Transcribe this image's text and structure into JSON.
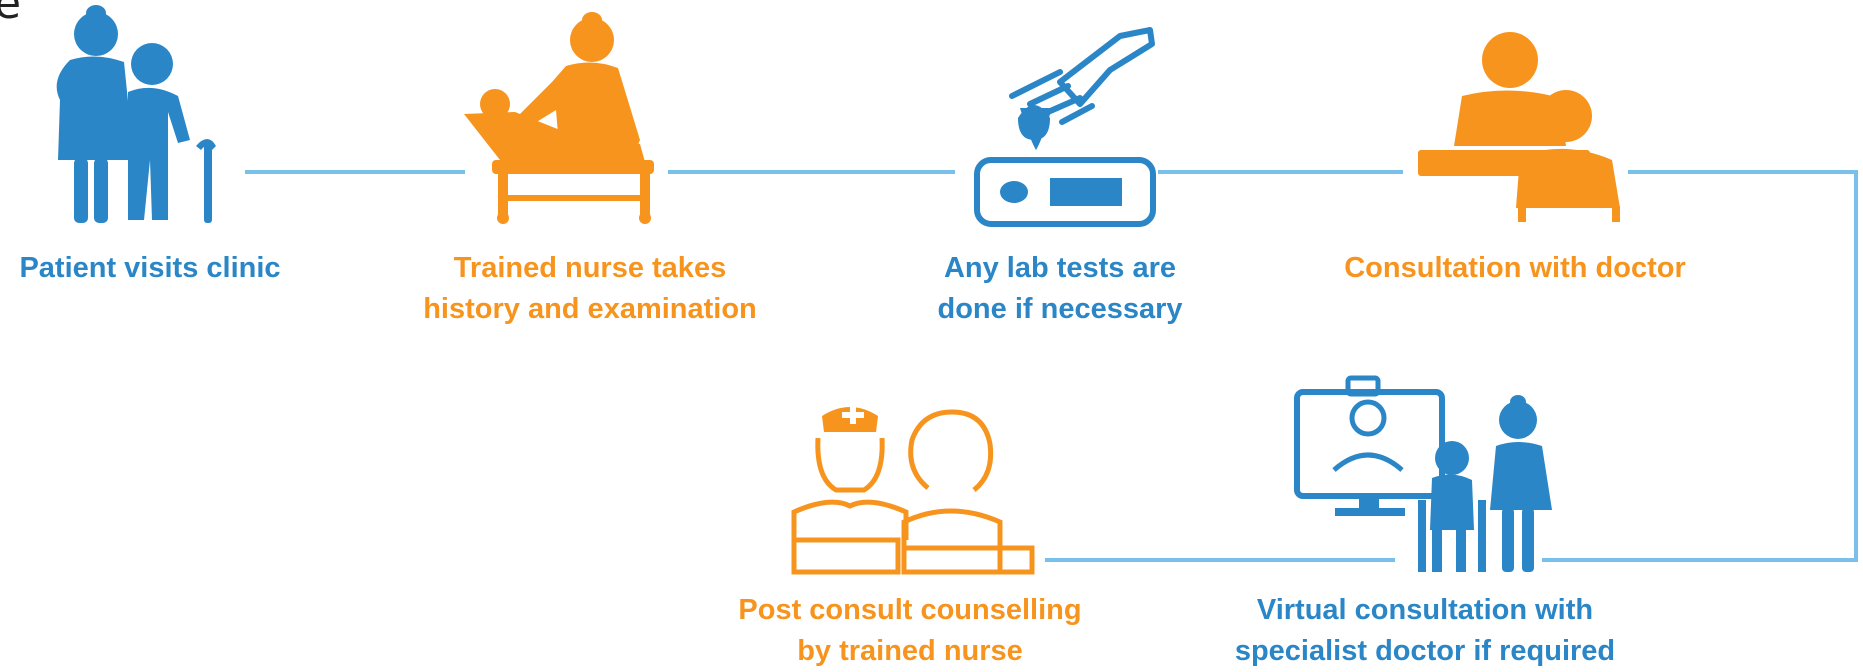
{
  "corner_mark": "e",
  "colors": {
    "blue": "#2A86C6",
    "orange": "#F7941D",
    "connector": "#79C1EA"
  },
  "steps": [
    {
      "icon": "nurse-with-elderly-patient-icon",
      "color": "blue",
      "lines": [
        "Patient visits clinic"
      ]
    },
    {
      "icon": "nurse-examining-patient-icon",
      "color": "orange",
      "lines": [
        "Trained nurse takes",
        "history and examination"
      ]
    },
    {
      "icon": "finger-prick-glucometer-icon",
      "color": "blue",
      "lines": [
        "Any lab tests are",
        "done if necessary"
      ]
    },
    {
      "icon": "doctor-consultation-icon",
      "color": "orange",
      "lines": [
        "Consultation with doctor"
      ]
    },
    {
      "icon": "telemedicine-doctor-screen-icon",
      "color": "blue",
      "lines": [
        "Virtual consultation with",
        "specialist doctor if required"
      ]
    },
    {
      "icon": "nurse-counselling-patient-icon",
      "color": "orange",
      "lines": [
        "Post consult counselling",
        "by trained nurse"
      ]
    }
  ]
}
